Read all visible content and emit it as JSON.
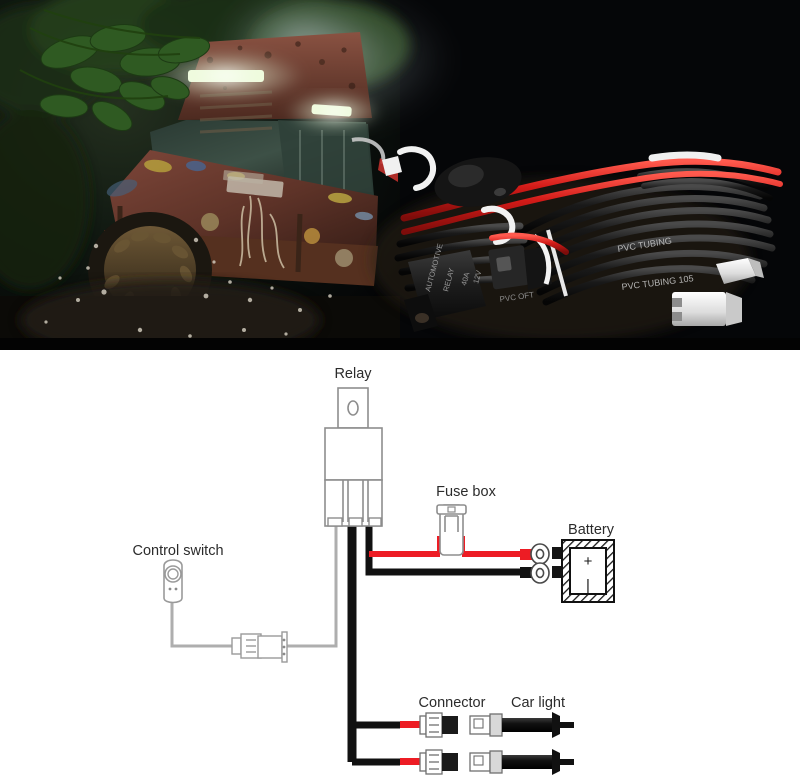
{
  "page": {
    "title": "LED light bar wiring harness product image with wiring diagram",
    "background": "#ffffff"
  },
  "photo": {
    "scene_description": "Muddy off-road truck driving through mud at night with LED light bars illuminated",
    "product_description": "Automotive wiring harness kit coiled on the ground: relay, inline fuse holder, rocker switch, red and black PVC tubing wires and white 2-pin connectors",
    "harness_labels": {
      "tubing_upper": "PVC TUBING",
      "tubing_lower": "PVC TUBING 105",
      "relay_text_line1": "AUTOMOTIVE",
      "relay_text_line2": "RELAY",
      "relay_text_line3": "40A",
      "relay_text_line4": "12V",
      "fuse_text": "PVC OFT"
    },
    "colors": {
      "night_sky": "#07090b",
      "foliage": "#1f3a18",
      "truck_body": "#6b3b30",
      "mud": "#4a3a24",
      "headlight": "#eaf6d9",
      "wire_red": "#d41b18",
      "wire_black": "#121212",
      "connector_white": "#efefef"
    }
  },
  "diagram": {
    "labels": {
      "relay": "Relay",
      "fuse_box": "Fuse box",
      "battery": "Battery",
      "control_switch": "Control switch",
      "connector": "Connector",
      "car_light": "Car light"
    },
    "battery_terminals": {
      "positive": "+",
      "negative": "|"
    },
    "colors": {
      "positive_wire": "#ed1c24",
      "negative_wire": "#111111",
      "outline": "#9a9a9a",
      "outline_dark": "#6f6f6f",
      "label_text": "#2b2b2b",
      "background": "#ffffff"
    },
    "components": [
      {
        "name": "relay",
        "label": "Relay",
        "count": 1
      },
      {
        "name": "fuse-box",
        "label": "Fuse box",
        "count": 1
      },
      {
        "name": "battery",
        "label": "Battery",
        "count": 1
      },
      {
        "name": "control-switch",
        "label": "Control switch",
        "count": 1
      },
      {
        "name": "connector",
        "label": "Connector",
        "count": 2
      },
      {
        "name": "car-light",
        "label": "Car light",
        "count": 2
      }
    ]
  }
}
